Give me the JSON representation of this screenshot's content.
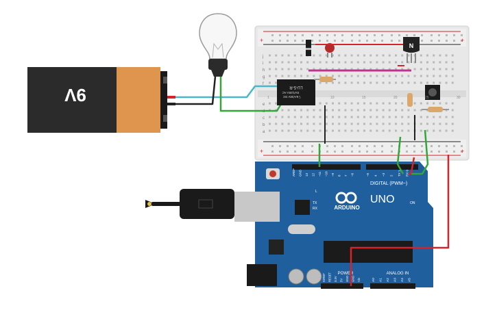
{
  "battery": {
    "label": "9V",
    "body_color": "#2b2b2b",
    "cap_color": "#e0954f"
  },
  "relay": {
    "lines": [
      "LU-5-R",
      "SV/125V AC",
      "5A/30V DC"
    ]
  },
  "transistor": {
    "label": "N"
  },
  "arduino": {
    "logo_text": "ARDUINO",
    "model": "UNO",
    "on_label": "ON",
    "digital_label": "DIGITAL (PWM~)",
    "power_label": "POWER",
    "analog_label": "ANALOG IN",
    "led_labels": [
      "L",
      "TX",
      "RX"
    ],
    "top_header_pins": [
      "AREF",
      "GND",
      "13",
      "12",
      "~11",
      "~10",
      "~9",
      "8",
      "7",
      "~6",
      "~5",
      "4",
      "~3",
      "2",
      "TX 1",
      "RX 0"
    ],
    "power_pins": [
      "IOREF",
      "RESET",
      "3.3V",
      "5V",
      "GND",
      "GND",
      "Vin"
    ],
    "analog_pins": [
      "A0",
      "A1",
      "A2",
      "A3",
      "A4",
      "A5"
    ],
    "board_color": "#1f5f9e"
  },
  "breadboard": {
    "row_letters_top": [
      "j",
      "i",
      "h",
      "g",
      "f"
    ],
    "row_letters_bottom": [
      "e",
      "d",
      "c",
      "b",
      "a"
    ],
    "column_numbers": [
      "1",
      "5",
      "10",
      "15",
      "20",
      "25",
      "30"
    ],
    "plus": "+",
    "minus": "-"
  },
  "wire_colors": {
    "red": "#d4232a",
    "green": "#35a53a",
    "cyan": "#4ab7c7",
    "black": "#222222",
    "magenta": "#c2328f"
  }
}
